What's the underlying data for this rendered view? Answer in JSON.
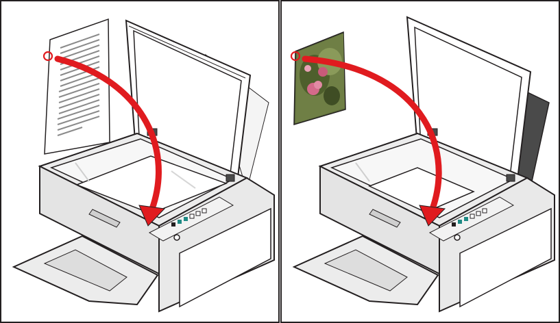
{
  "panels": [
    {
      "id": "document",
      "original": "text-document",
      "corner_marker": "top-left"
    },
    {
      "id": "photo",
      "original": "photograph",
      "corner_marker": "top-left"
    }
  ],
  "colors": {
    "arrow": "#e01b1f",
    "marker": "#e01b1f",
    "outline": "#231f20",
    "printer_body": "#e8e8e8",
    "printer_shadow": "#c8c8c8",
    "glass": "#f2f2f2",
    "lid_dark": "#4a4a4a"
  },
  "icons": [
    "placement-arrow-icon",
    "corner-marker-icon",
    "printer-illustration",
    "power-button-icon",
    "control-button-icon"
  ]
}
